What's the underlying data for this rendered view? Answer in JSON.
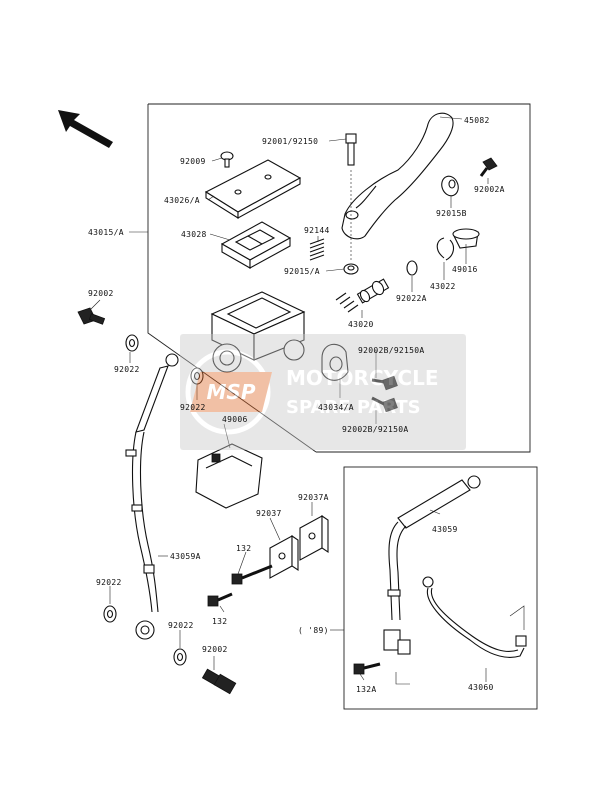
{
  "labels": {
    "l45082": "45082",
    "l92001_92150": "92001/92150",
    "l92009": "92009",
    "l43026a": "43026/A",
    "l43028": "43028",
    "l92144": "92144",
    "l92015a": "92015/A",
    "l43015a": "43015/A",
    "l92002a": "92002A",
    "l92015b": "92015B",
    "l49016": "49016",
    "l43022": "43022",
    "l92022a": "92022A",
    "l43020": "43020",
    "l92002_top": "92002",
    "l92022_left": "92022",
    "l92022_mid": "92022",
    "l49006": "49006",
    "l92002b_92150a_1": "92002B/92150A",
    "l43034a": "43034/A",
    "l92002b_92150a_2": "92002B/92150A",
    "l92037a": "92037A",
    "l92037": "92037",
    "l43059": "43059",
    "l43059a": "43059A",
    "l132_1": "132",
    "l132_2": "132",
    "l92022_low1": "92022",
    "l92022_low2": "92022",
    "l92002_bottom": "92002",
    "l89": "( '89)",
    "l132a": "132A",
    "l43060": "43060"
  },
  "watermark": {
    "brand_line1": "MOTORCYCLE",
    "brand_line2": "SPARE PARTS",
    "badge": "MSP"
  },
  "colors": {
    "ink": "#111111",
    "watermark_bg": "#c8c8c8",
    "watermark_badge": "#e06a2a"
  }
}
